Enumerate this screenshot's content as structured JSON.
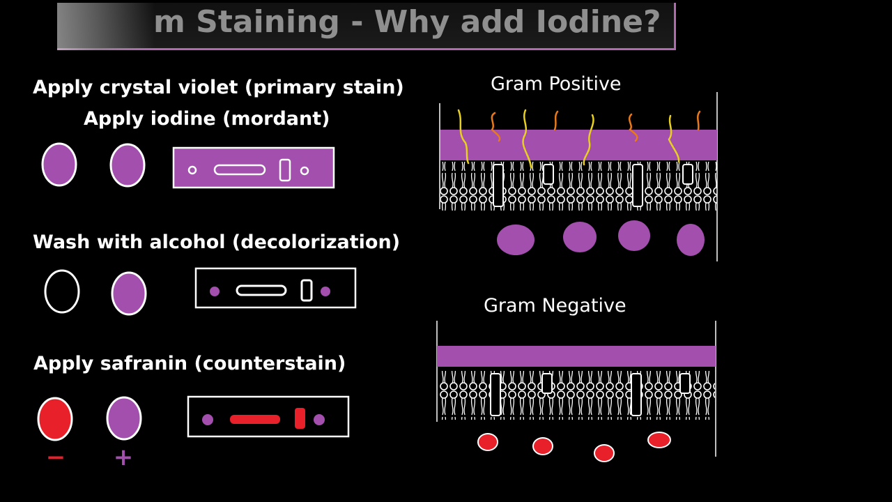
{
  "title": "m Staining - Why add Iodine?",
  "steps": {
    "step1": "Apply crystal violet (primary stain)",
    "step2": "Apply iodine (mordant)",
    "step3": "Wash with alcohol (decolorization)",
    "step4": "Apply safranin (counterstain)"
  },
  "signs": {
    "negative": "−",
    "positive": "+"
  },
  "panels": {
    "positive_heading": "Gram Positive",
    "negative_heading": "Gram Negative"
  },
  "colors": {
    "purple": "#a24fae",
    "red": "#e8202a",
    "white": "#ffffff",
    "yellow": "#e8d020",
    "orange": "#e87a1a"
  }
}
